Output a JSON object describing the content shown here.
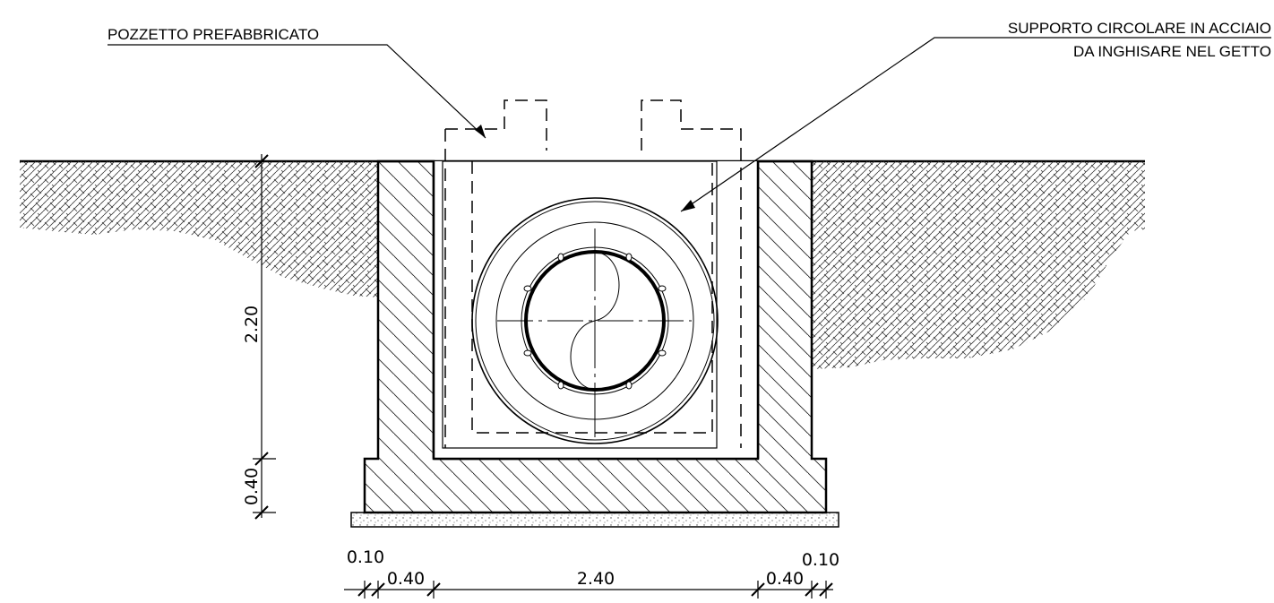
{
  "labels": {
    "pozzetto": "POZZETTO PREFABBRICATO",
    "supporto_line1": "SUPPORTO CIRCOLARE IN ACCIAIO",
    "supporto_line2": "DA INGHISARE NEL GETTO"
  },
  "dimensions": {
    "height_main": "2.20",
    "height_base": "0.40",
    "width_left_outer": "0.10",
    "width_left_wall": "0.40",
    "width_inner": "2.40",
    "width_right_wall": "0.40",
    "width_right_outer": "0.10"
  }
}
